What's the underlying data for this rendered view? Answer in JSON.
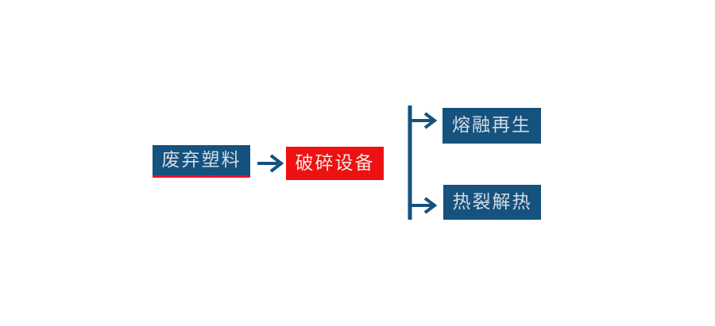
{
  "diagram": {
    "type": "process-flow",
    "title": "",
    "colors": {
      "node_blue": "#15527E",
      "node_red": "#ED1111",
      "accent_red": "#E8112D",
      "connector_blue": "#15527E",
      "label_text": "#D4DCE4",
      "background": "#FFFFFF"
    },
    "nodes": [
      {
        "id": "waste-plastic",
        "label": "废弃塑料",
        "fill": "#15527E",
        "text_color": "#D4DCE4",
        "accent_border": "#E8112D",
        "stage": 1
      },
      {
        "id": "crushing-equipment",
        "label": "破碎设备",
        "fill": "#ED1111",
        "text_color": "#F4E9E6",
        "stage": 2
      },
      {
        "id": "melt-regeneration",
        "label": "熔融再生",
        "fill": "#15527E",
        "text_color": "#D4DCE4",
        "stage": 3
      },
      {
        "id": "pyrolysis",
        "label": "热裂解热",
        "fill": "#15527E",
        "text_color": "#D4DCE4",
        "stage": 3
      }
    ],
    "connectors": [
      {
        "id": "main-arrow",
        "from": "waste-plastic",
        "to": "crushing-equipment",
        "glyph": "arrow-right",
        "color": "#15527E"
      },
      {
        "id": "branch-split",
        "from": "crushing-equipment",
        "to": [
          "melt-regeneration",
          "pyrolysis"
        ],
        "glyph": "branch-split-right",
        "color": "#15527E"
      }
    ]
  }
}
